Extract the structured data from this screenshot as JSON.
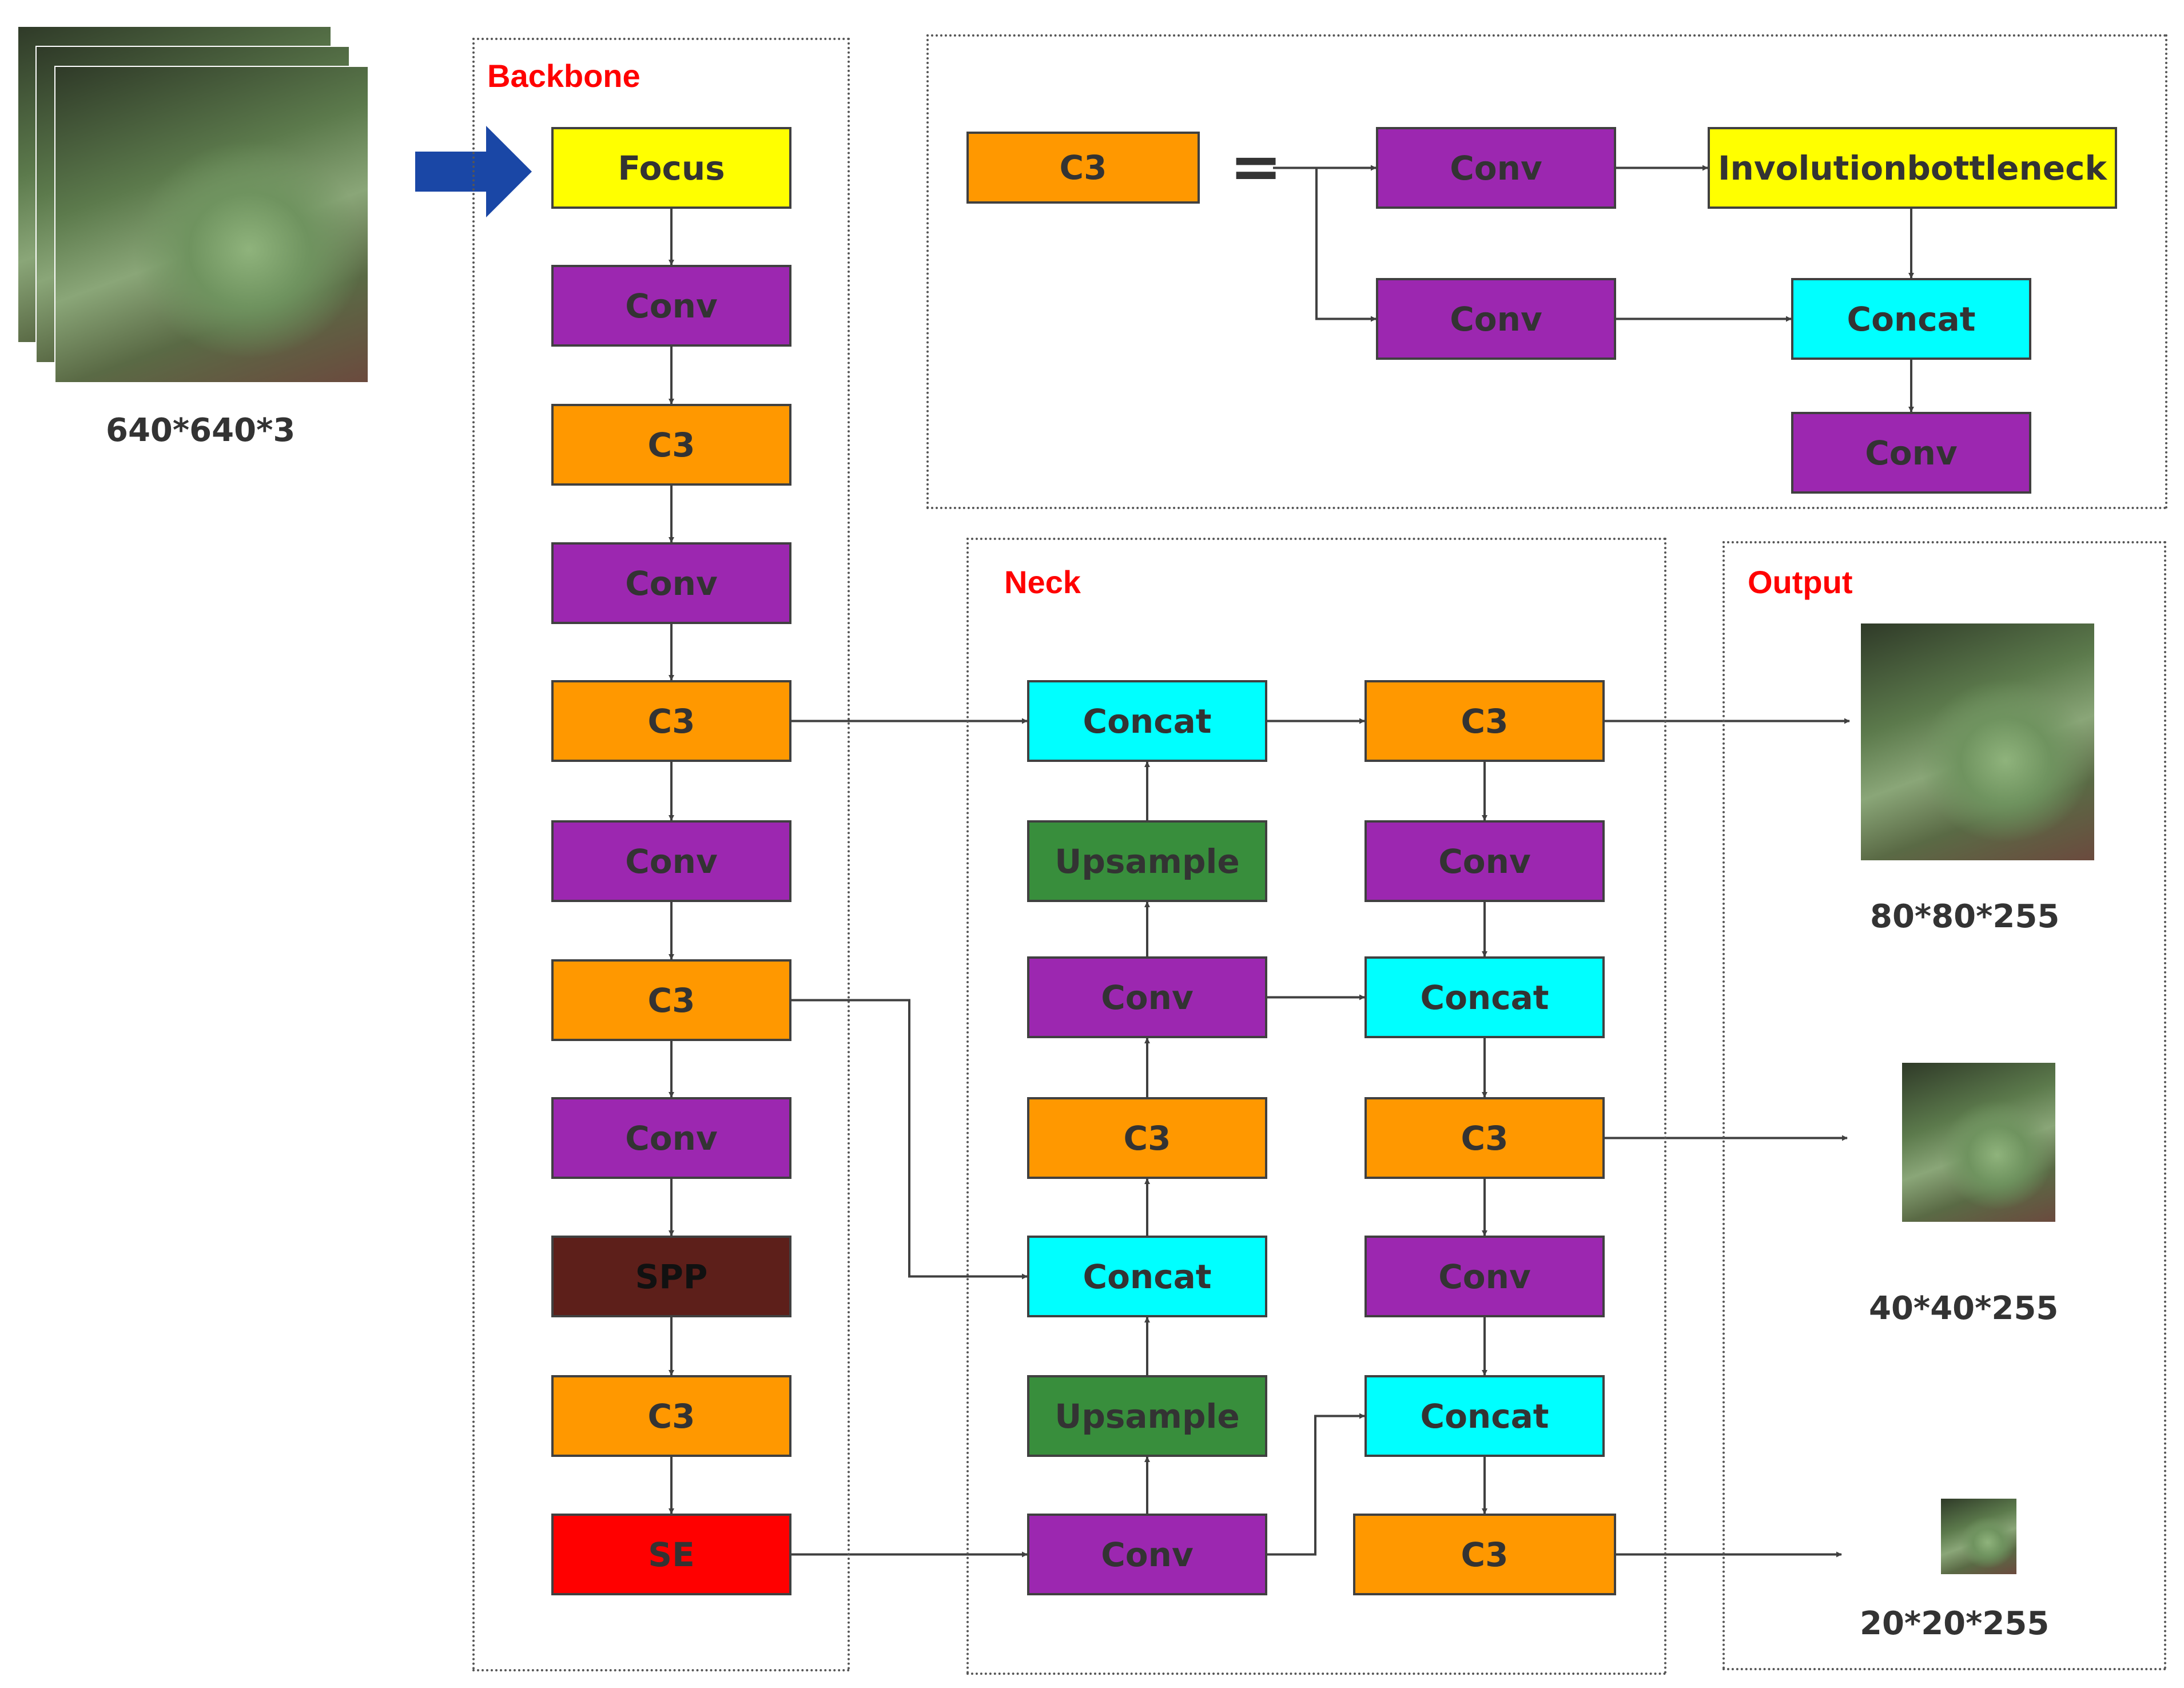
{
  "colors": {
    "conv": "#9c27b0",
    "c3": "#ff9800",
    "concat": "#00ffff",
    "upsample": "#388e3c",
    "focus": "#ffff00",
    "involution": "#ffff00",
    "spp": "#5d1f1a",
    "se": "#ff0000",
    "region_title": "#ff0000",
    "input_arrow": "#1a47a6",
    "link": "#404040"
  },
  "regions": {
    "backbone": {
      "title": "Backbone"
    },
    "c3_detail": {
      "title": ""
    },
    "neck": {
      "title": "Neck"
    },
    "output": {
      "title": "Output"
    }
  },
  "input": {
    "size_label": "640*640*3",
    "image_icon": "forest-leaf-photo"
  },
  "backbone": {
    "blocks": [
      {
        "label": "Focus",
        "kind": "focus"
      },
      {
        "label": "Conv",
        "kind": "conv"
      },
      {
        "label": "C3",
        "kind": "c3"
      },
      {
        "label": "Conv",
        "kind": "conv"
      },
      {
        "label": "C3",
        "kind": "c3"
      },
      {
        "label": "Conv",
        "kind": "conv"
      },
      {
        "label": "C3",
        "kind": "c3"
      },
      {
        "label": "Conv",
        "kind": "conv"
      },
      {
        "label": "SPP",
        "kind": "spp"
      },
      {
        "label": "C3",
        "kind": "c3"
      },
      {
        "label": "SE",
        "kind": "se"
      }
    ]
  },
  "c3_detail": {
    "lhs": "C3",
    "equals": "=",
    "conv_top": "Conv",
    "bottleneck": "Involutionbottleneck",
    "conv_bottom": "Conv",
    "concat": "Concat",
    "conv_out": "Conv"
  },
  "neck": {
    "left": [
      {
        "label": "Concat",
        "kind": "concat"
      },
      {
        "label": "Upsample",
        "kind": "upsample"
      },
      {
        "label": "Conv",
        "kind": "conv"
      },
      {
        "label": "C3",
        "kind": "c3"
      },
      {
        "label": "Concat",
        "kind": "concat"
      },
      {
        "label": "Upsample",
        "kind": "upsample"
      },
      {
        "label": "Conv",
        "kind": "conv"
      }
    ],
    "right": [
      {
        "label": "C3",
        "kind": "c3"
      },
      {
        "label": "Conv",
        "kind": "conv"
      },
      {
        "label": "Concat",
        "kind": "concat"
      },
      {
        "label": "C3",
        "kind": "c3"
      },
      {
        "label": "Conv",
        "kind": "conv"
      },
      {
        "label": "Concat",
        "kind": "concat"
      },
      {
        "label": "C3",
        "kind": "c3"
      }
    ]
  },
  "outputs": [
    {
      "label": "80*80*255",
      "image_icon": "forest-leaf-photo"
    },
    {
      "label": "40*40*255",
      "image_icon": "forest-leaf-photo"
    },
    {
      "label": "20*20*255",
      "image_icon": "forest-leaf-photo"
    }
  ]
}
